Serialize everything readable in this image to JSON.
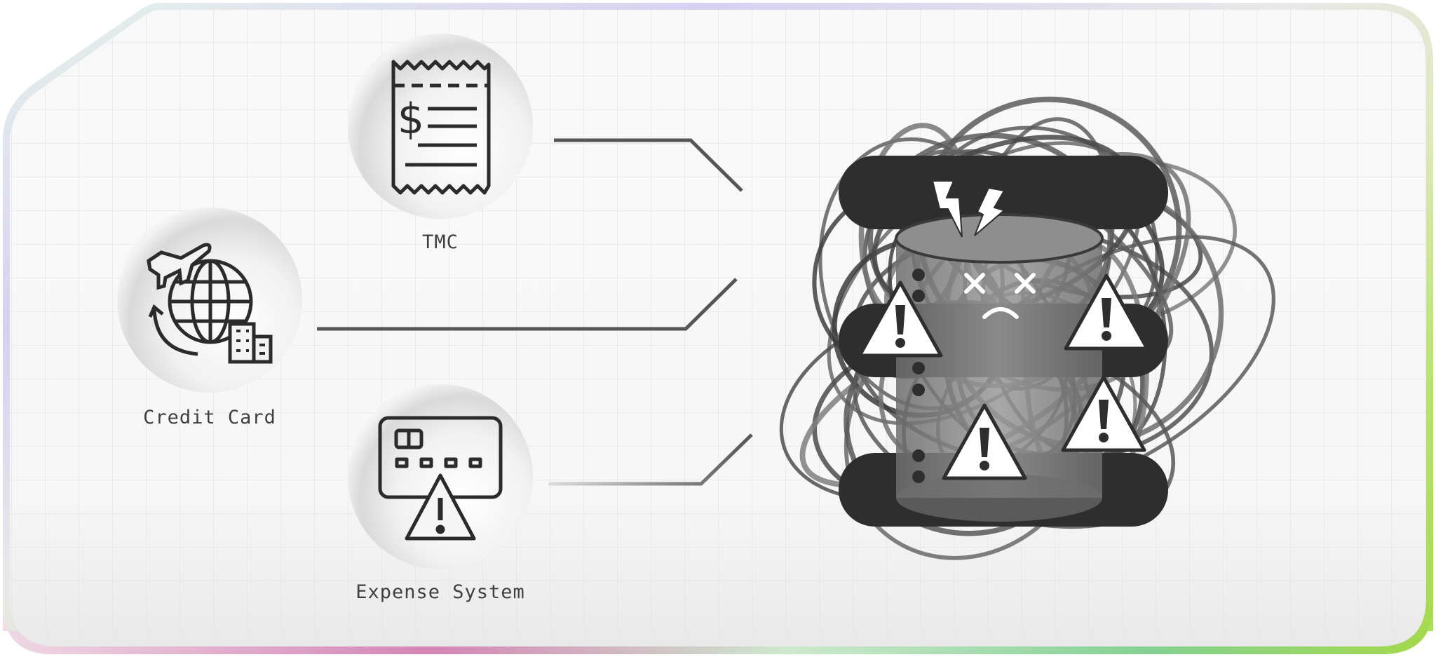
{
  "nodes": [
    {
      "id": "tmc",
      "label": "TMC",
      "icon": "receipt-icon"
    },
    {
      "id": "credit-card",
      "label": "Credit Card",
      "icon": "travel-globe-icon"
    },
    {
      "id": "expense-system",
      "label": "Expense System",
      "icon": "card-warning-icon"
    }
  ],
  "hub": {
    "icon": "broken-database-icon",
    "warnings": 4
  },
  "colors": {
    "line": "#555555",
    "icon": "#2b2b2b",
    "db_band": "#2e2e2e",
    "warning_fill": "#ffffff",
    "border_green": "#a4d94a",
    "border_pink": "#d47ab6",
    "border_violet": "#c9bff0"
  }
}
